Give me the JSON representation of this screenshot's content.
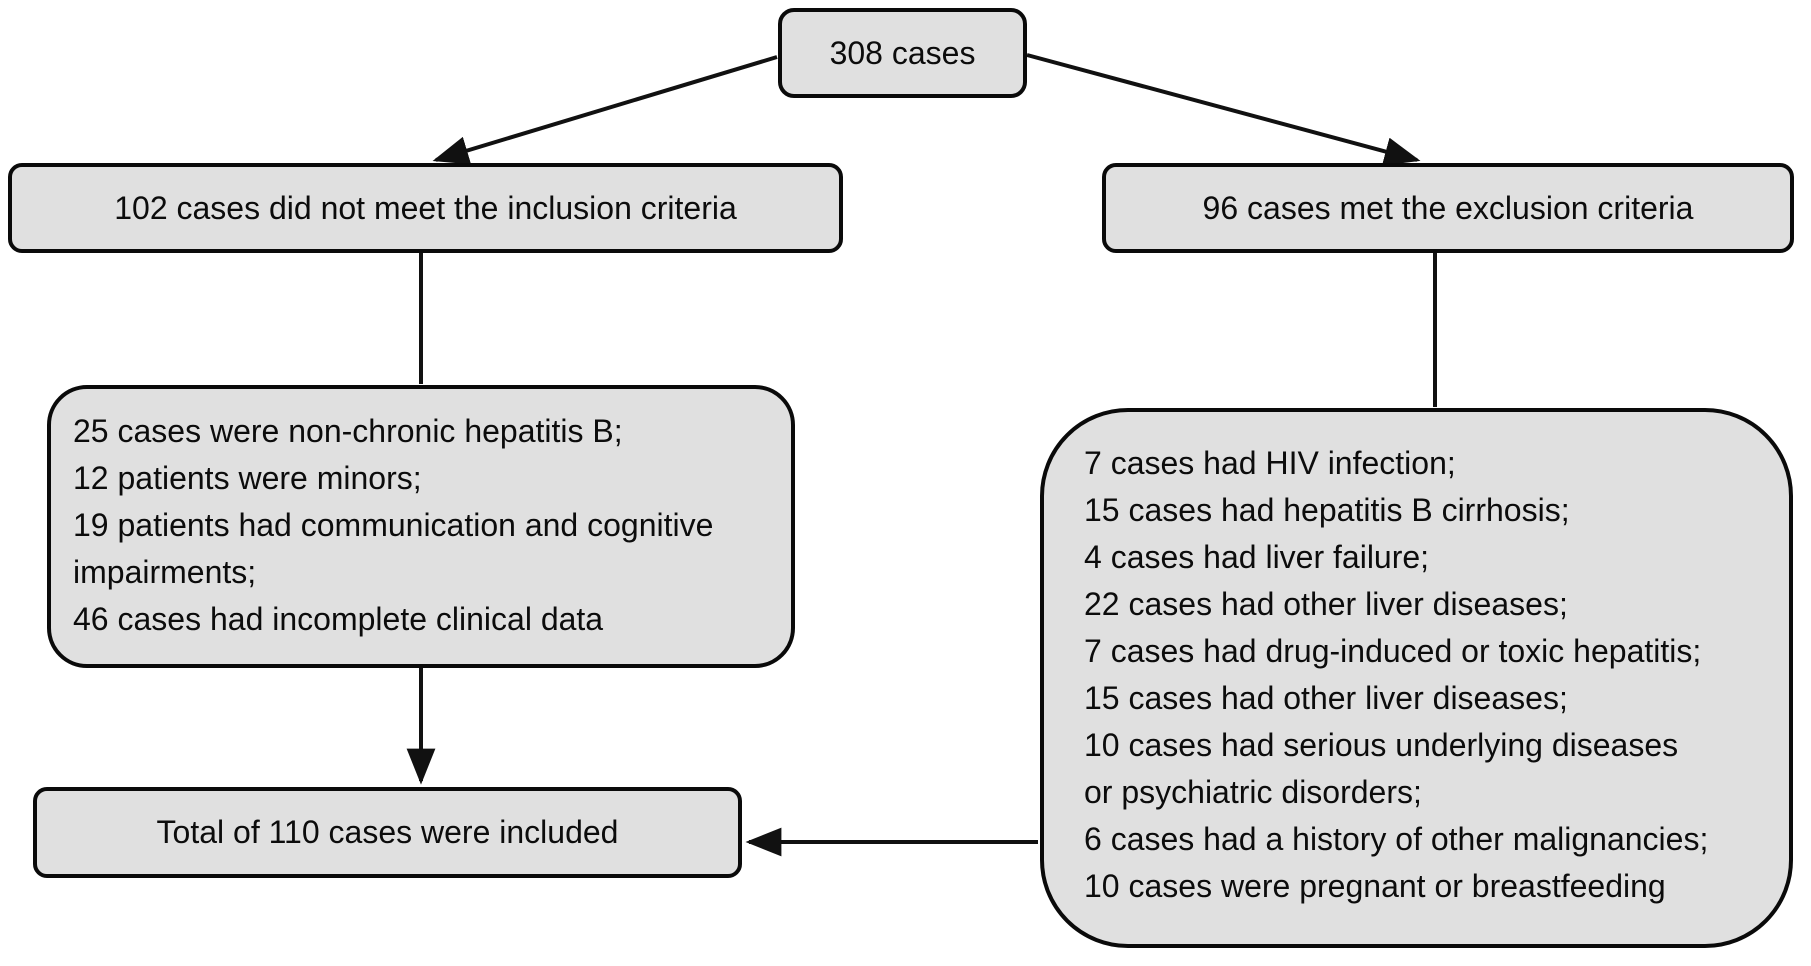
{
  "figure": {
    "type": "flowchart",
    "background": "#ffffff",
    "node_fill": "#e0e0e0",
    "node_border": "#0a0a0a",
    "connector_color": "#111111",
    "nodes": {
      "total_cases": {
        "label": "308 cases"
      },
      "not_meet_inclusion": {
        "label": "102 cases did not meet the inclusion criteria"
      },
      "met_exclusion": {
        "label": "96 cases met the exclusion criteria"
      },
      "inclusion_failure_reasons": {
        "lines": [
          "25 cases were non-chronic hepatitis B;",
          "12 patients were minors;",
          "19 patients had communication and cognitive",
          "impairments;",
          "46 cases had incomplete clinical data"
        ]
      },
      "exclusion_reasons": {
        "lines": [
          "7 cases had HIV infection;",
          "15 cases had hepatitis B cirrhosis;",
          "4 cases had liver failure;",
          "22 cases had other liver diseases;",
          "7 cases had drug-induced or toxic hepatitis;",
          "15 cases had other liver diseases;",
          "10 cases had serious underlying diseases",
          "or psychiatric disorders;",
          "6 cases had a history of other malignancies;",
          "10 cases were pregnant or breastfeeding"
        ]
      },
      "included_total": {
        "label": "Total of 110 cases were included"
      }
    }
  }
}
